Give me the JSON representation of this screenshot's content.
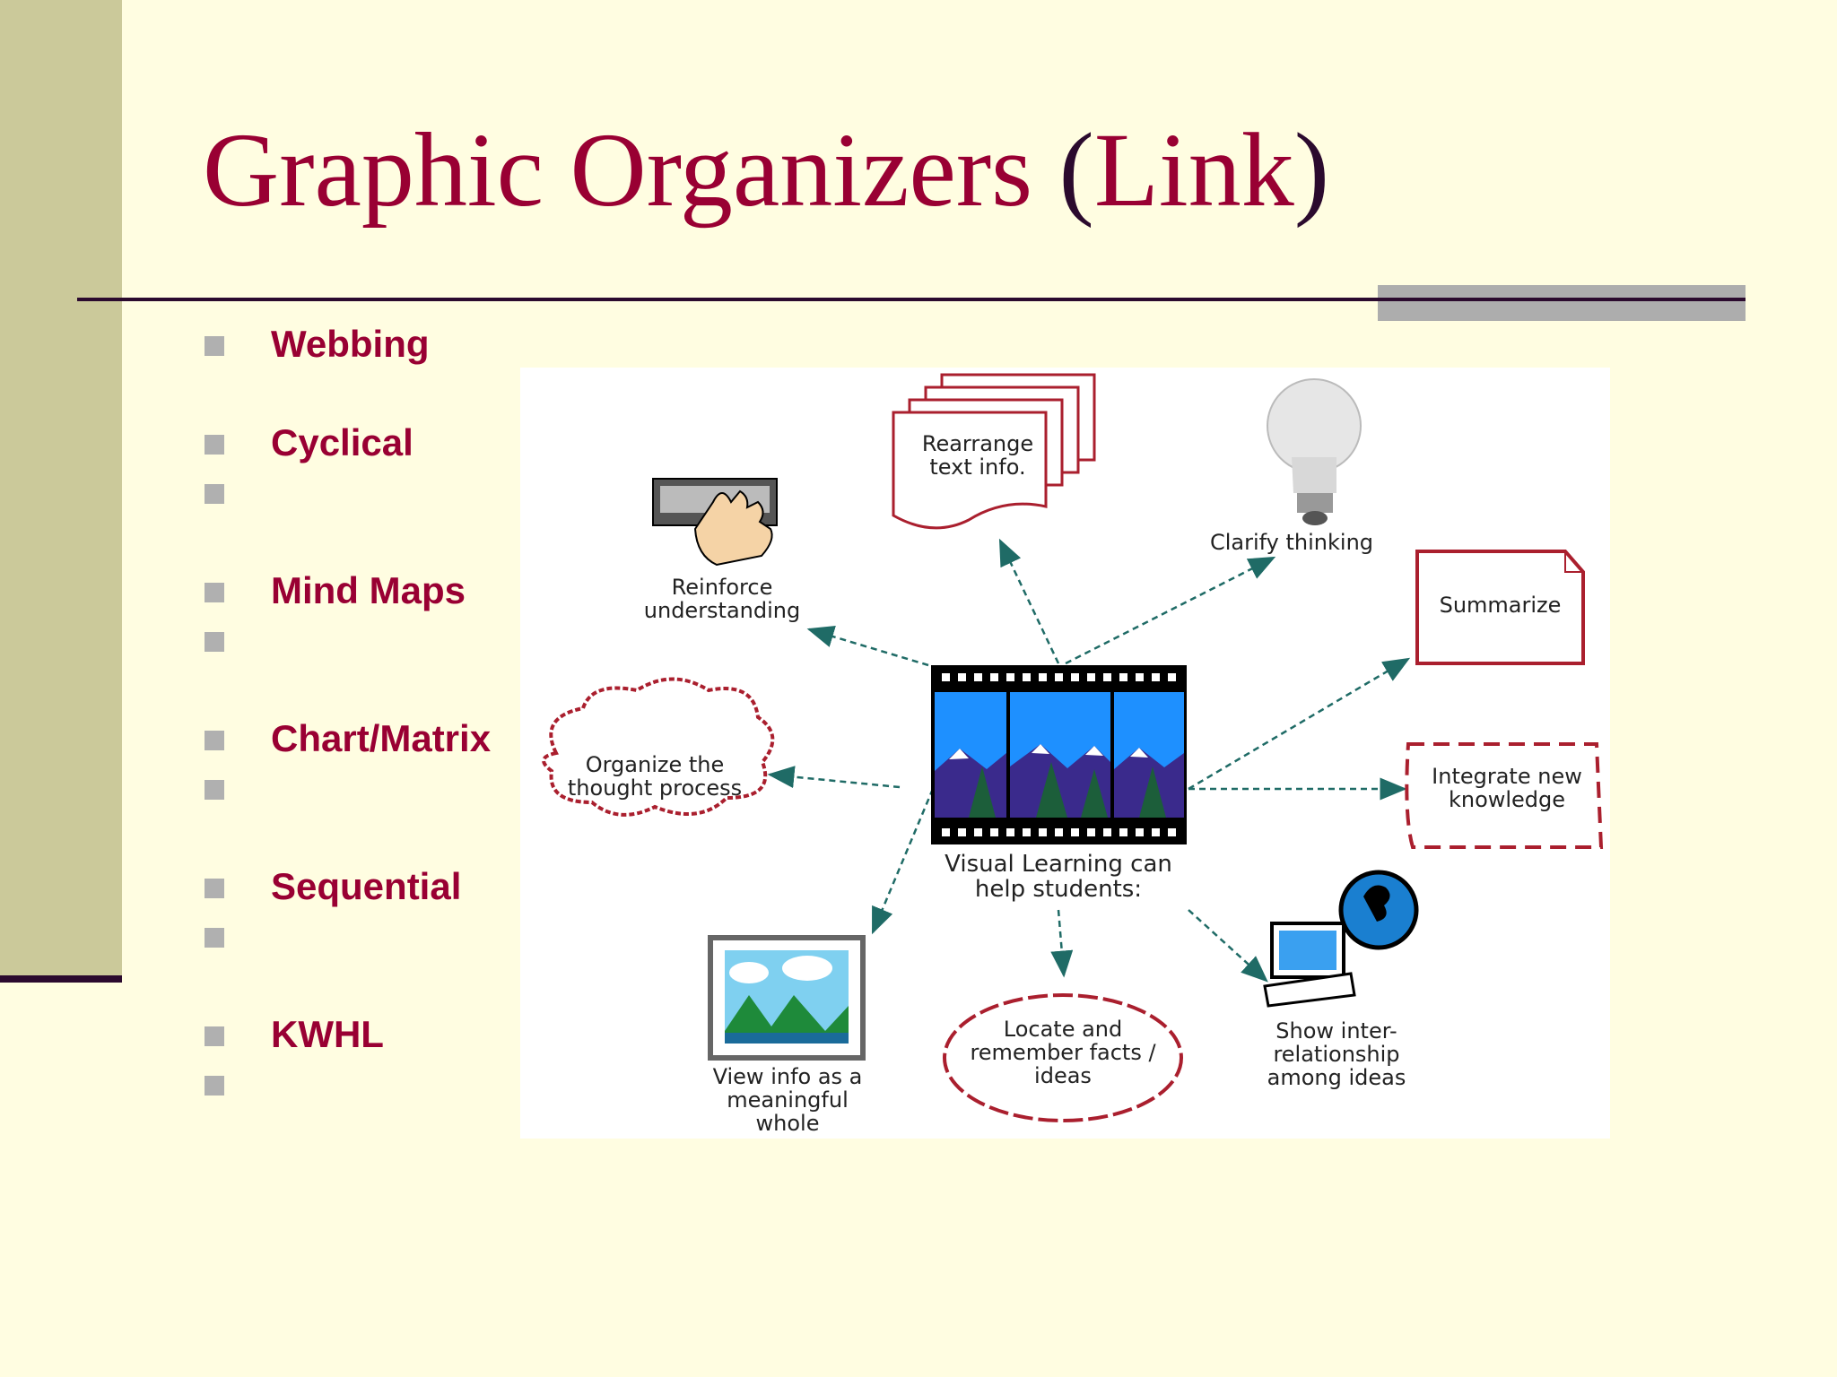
{
  "slide": {
    "title_main": "Graphic Organizers ",
    "title_open": "(",
    "title_link": "Link",
    "title_close": ")"
  },
  "bullets": [
    {
      "label": "Webbing"
    },
    {
      "label": "Cyclical"
    },
    {
      "label": ""
    },
    {
      "label": "Mind Maps"
    },
    {
      "label": ""
    },
    {
      "label": "Chart/Matrix"
    },
    {
      "label": ""
    },
    {
      "label": "Sequential"
    },
    {
      "label": ""
    },
    {
      "label": "KWHL"
    },
    {
      "label": ""
    }
  ],
  "diagram": {
    "center_label": "Visual Learning can\nhelp students:",
    "nodes": {
      "reinforce": "Reinforce\nunderstanding",
      "rearrange": "Rearrange\ntext info.",
      "clarify": "Clarify thinking",
      "summarize": "Summarize",
      "organize": "Organize the\nthought process",
      "integrate": "Integrate new\nknowledge",
      "view": "View info as a\nmeaningful\nwhole",
      "locate": "Locate and\nremember facts /\nideas",
      "show": "Show inter-\nrelationship\namong ideas"
    }
  },
  "colors": {
    "background": "#FFFDE1",
    "sidebar": "#CBC99A",
    "title": "#990033",
    "rule": "#2B0A2E",
    "bullet": "#990033",
    "arrow": "#1F6B66",
    "shape_outline": "#AA1F2E"
  }
}
